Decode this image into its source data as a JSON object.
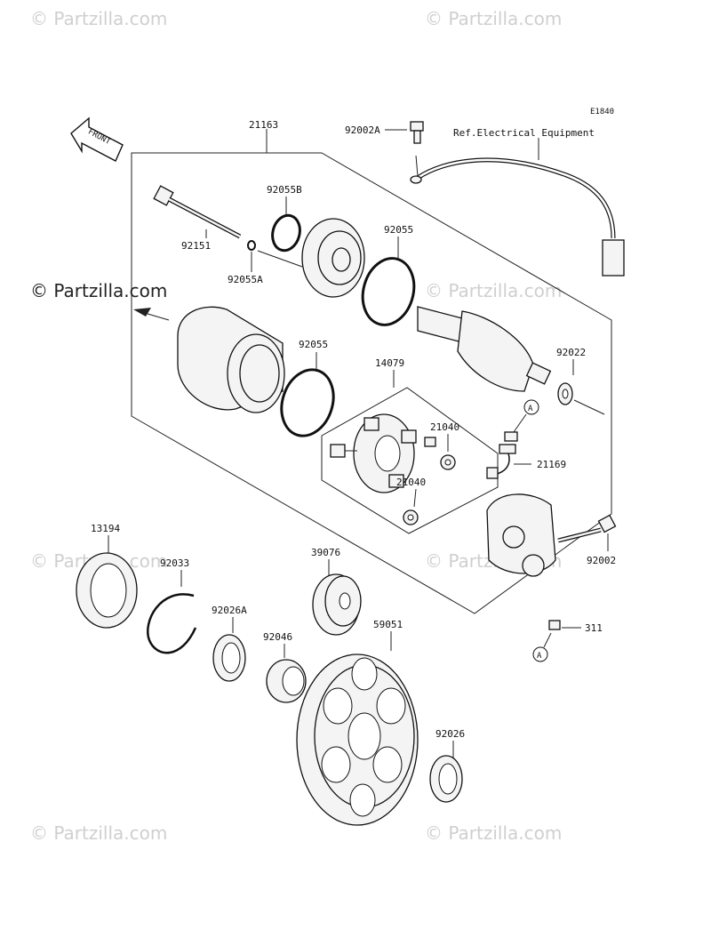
{
  "diagram": {
    "code": "E1840",
    "ref_note": "Ref.Electrical Equipment",
    "front_label": "FRONT",
    "marker": "A"
  },
  "watermarks": [
    "© Partzilla.com",
    "© Partzilla.com",
    "© Partzilla.com",
    "© Partzilla.com",
    "© Partzilla.com",
    "© Partzilla.com",
    "© Partzilla.com",
    "© Partzilla.com"
  ],
  "parts": {
    "p21163": "21163",
    "p92002A": "92002A",
    "p92055B": "92055B",
    "p92151": "92151",
    "p92055A": "92055A",
    "p92055_a": "92055",
    "p92055_b": "92055",
    "p14079": "14079",
    "p92022": "92022",
    "p21040_a": "21040",
    "p21040_b": "21040",
    "p21169": "21169",
    "p92002": "92002",
    "p13194": "13194",
    "p92033": "92033",
    "p39076": "39076",
    "p92026A": "92026A",
    "p92046": "92046",
    "p59051": "59051",
    "p92026": "92026",
    "p311": "311"
  }
}
